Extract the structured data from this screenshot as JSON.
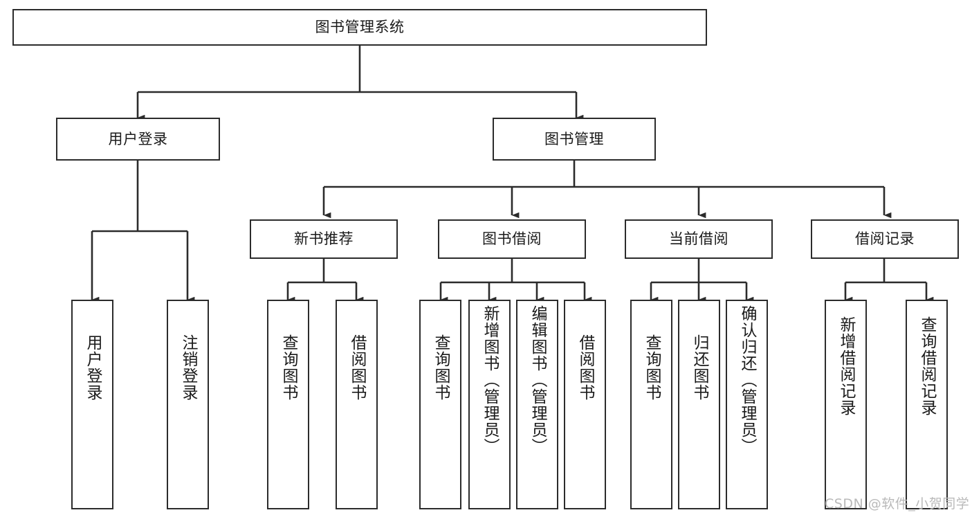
{
  "diagram": {
    "title": "图书管理系统",
    "watermark": "CSDN @软件_小贺同学",
    "line_color": "#2b2b2b",
    "box_fill": "#ffffff",
    "text_color": "#1a1a1a",
    "nodes": {
      "root": "图书管理系统",
      "level2": {
        "user_login": "用户登录",
        "book_manage": "图书管理"
      },
      "level3": {
        "new_book_recommend": "新书推荐",
        "book_borrow": "图书借阅",
        "current_borrow": "当前借阅",
        "borrow_record": "借阅记录"
      },
      "leaves": {
        "user_login_1": "用户登录",
        "user_login_2": "注销登录",
        "recommend_1": "查询图书",
        "recommend_2": "借阅图书",
        "borrow_1": "查询图书",
        "borrow_2": "新增图书（管理员）",
        "borrow_3": "编辑图书（管理员）",
        "borrow_4": "借阅图书",
        "current_1": "查询图书",
        "current_2": "归还图书",
        "current_3": "确认归还（管理员）",
        "record_1": "新增借阅记录",
        "record_2": "查询借阅记录"
      }
    }
  }
}
